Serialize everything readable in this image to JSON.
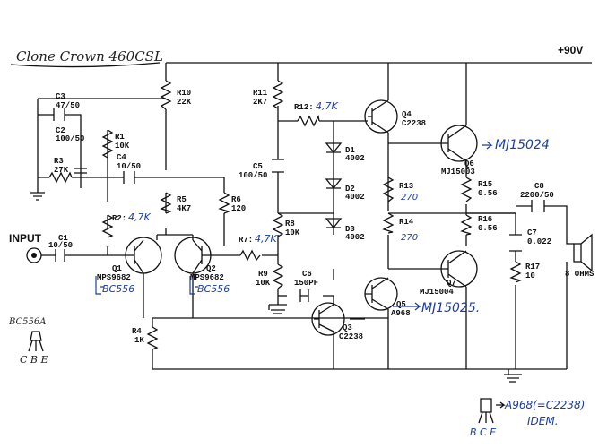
{
  "title_handwritten": "Clone Crown 460CSL",
  "supply_label": "+90V",
  "input_label": "INPUT",
  "speaker_label": "8 OHMS",
  "components": {
    "r10": [
      "R10",
      "22K"
    ],
    "r11": [
      "R11",
      "2K7"
    ],
    "r12": [
      "R12:"
    ],
    "r12_value": "4,7K",
    "q4": [
      "Q4",
      "C2238"
    ],
    "c3": [
      "C3",
      "47/50"
    ],
    "c2": [
      "C2",
      "100/50"
    ],
    "r3": [
      "R3",
      "27K"
    ],
    "r1": [
      "R1",
      "10K"
    ],
    "c4": [
      "C4",
      "10/50"
    ],
    "d1": [
      "D1",
      "4002"
    ],
    "d2": [
      "D2",
      "4002"
    ],
    "d3": [
      "D3",
      "4002"
    ],
    "c5": [
      "C5",
      "100/50"
    ],
    "q6": [
      "Q6",
      "MJ15003"
    ],
    "q6_sub": "MJ15024",
    "r15": [
      "R15",
      "0.56"
    ],
    "r13": [
      "R13",
      "270"
    ],
    "r14": [
      "R14",
      "270"
    ],
    "r16": [
      "R16",
      "0.56"
    ],
    "c8": [
      "C8",
      "2200/50"
    ],
    "c7": [
      "C7",
      "0.022"
    ],
    "r17": [
      "R17",
      "10"
    ],
    "r5": [
      "R5",
      "4K7"
    ],
    "r6": [
      "R6",
      "120"
    ],
    "r2": [
      "R2:"
    ],
    "r2_value": "4,7K",
    "r7": [
      "R7:"
    ],
    "r7_value": "4,7K",
    "r8": [
      "R8",
      "10K"
    ],
    "r9": [
      "R9",
      "10K"
    ],
    "c1": [
      "C1",
      "10/50"
    ],
    "c6": [
      "C6",
      "150PF"
    ],
    "q1": [
      "Q1",
      "MPS9682"
    ],
    "q1_sub": "BC556",
    "q2": [
      "Q2",
      "MPS9682"
    ],
    "q2_sub": "BC556",
    "q5": [
      "Q5",
      "A968"
    ],
    "q5_sub": "MJ15025.",
    "q7": [
      "Q7",
      "MJ15004"
    ],
    "q3": [
      "Q3",
      "C2238"
    ],
    "r4": [
      "R4",
      "1K"
    ]
  },
  "pinout_left": {
    "part": "BC556A",
    "pins": "C B E"
  },
  "pinout_right": {
    "part": "A968",
    "equiv": "(=C2238)",
    "note": "IDEM.",
    "pins": "B C E"
  }
}
